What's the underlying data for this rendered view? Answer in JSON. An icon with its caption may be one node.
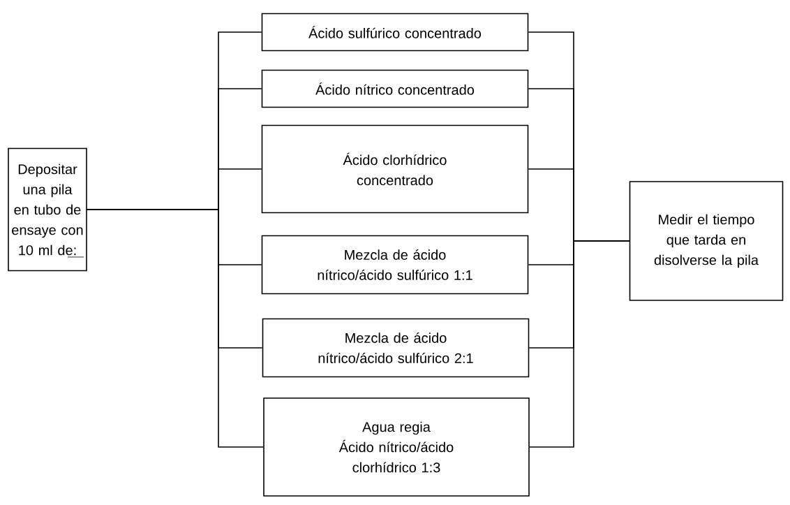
{
  "diagram": {
    "nodes": [
      {
        "text": [
          "Depositar una pila en tubo de ensaye con 10 ml de:"
        ]
      },
      {
        "text": [
          "Ácido sulfúrico concentrado"
        ]
      },
      {
        "text": [
          "Ácido nítrico concentrado"
        ]
      },
      {
        "text": [
          "Ácido clorhídrico concentrado"
        ]
      },
      {
        "text": [
          "Mezcla de ácido nítrico/ácido sulfúrico 1:1"
        ]
      },
      {
        "text": [
          "Mezcla de ácido nítrico/ácido sulfúrico 2:1"
        ]
      },
      {
        "text": [
          "Agua regia",
          "Ácido nítrico/ácido clorhídrico 1:3"
        ]
      },
      {
        "text": [
          "Medir el tiempo que tarda en disolverse la pila"
        ]
      }
    ],
    "edges": [
      {
        "from": 0,
        "to": 1,
        "arrow": "none"
      },
      {
        "from": 0,
        "to": 2,
        "arrow": "none"
      },
      {
        "from": 0,
        "to": 3,
        "arrow": "none"
      },
      {
        "from": 0,
        "to": 4,
        "arrow": "none"
      },
      {
        "from": 0,
        "to": 5,
        "arrow": "none"
      },
      {
        "from": 0,
        "to": 6,
        "arrow": "none"
      },
      {
        "from": 1,
        "to": 7,
        "arrow": "none"
      },
      {
        "from": 2,
        "to": 7,
        "arrow": "none"
      },
      {
        "from": 3,
        "to": 7,
        "arrow": "none"
      },
      {
        "from": 4,
        "to": 7,
        "arrow": "none"
      },
      {
        "from": 5,
        "to": 7,
        "arrow": "none"
      },
      {
        "from": 6,
        "to": 7,
        "arrow": "none"
      }
    ]
  }
}
